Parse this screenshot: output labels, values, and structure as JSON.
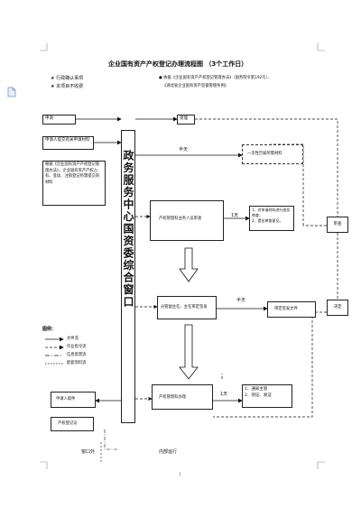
{
  "title": "企业国有资产产权登记办理流程图 （3个工作日）",
  "notes": [
    {
      "star": "★",
      "text": "行政确认事项"
    },
    {
      "star": "★",
      "text": "本项目不收费"
    }
  ],
  "basis": {
    "bullet": "●",
    "line1": "依据《企业国有资产产权登记管理办法》（国务院令第192号）、",
    "line2": "《湖北省企业国有资产监督管理条例》"
  },
  "nodes": {
    "apply": "申请",
    "accept": "受理",
    "submit_material": "申请人提交有关申请材料",
    "material_desc": "根据《企业国有资产产权登记管理办法》，企业国有资产产权占有、变动、注销登记所需提交的材料",
    "window_vertical": "政务服务中心国资委综合窗口",
    "half_day_1": "半天",
    "once_notice": "一次性告知所需材料",
    "officer_review": "产权管理科业务人员审查",
    "one_day_1": "1天",
    "review_note_1": "1、对申请材料进行核实审查；",
    "review_note_2": "2、提出审查意见。",
    "reject": "审查",
    "director_review": "分管副主任、主任审定签发",
    "half_day_2": "半天",
    "issue_doc": "审定签发文件",
    "approve": "决定",
    "handle": "产权管理科办理",
    "one_day_2": "1天",
    "handle_note_1": "1、通知主管",
    "handle_note_2": "2、领证、发证",
    "applicant_receive": "申请人取件",
    "certificate": "产权登记证",
    "outside": "窗口外",
    "inside": "内部运行"
  },
  "legend": {
    "title": "图例：",
    "items": [
      "文件流",
      "作业指令流",
      "信息反馈流",
      "配套资料流"
    ]
  },
  "page_number": "1"
}
